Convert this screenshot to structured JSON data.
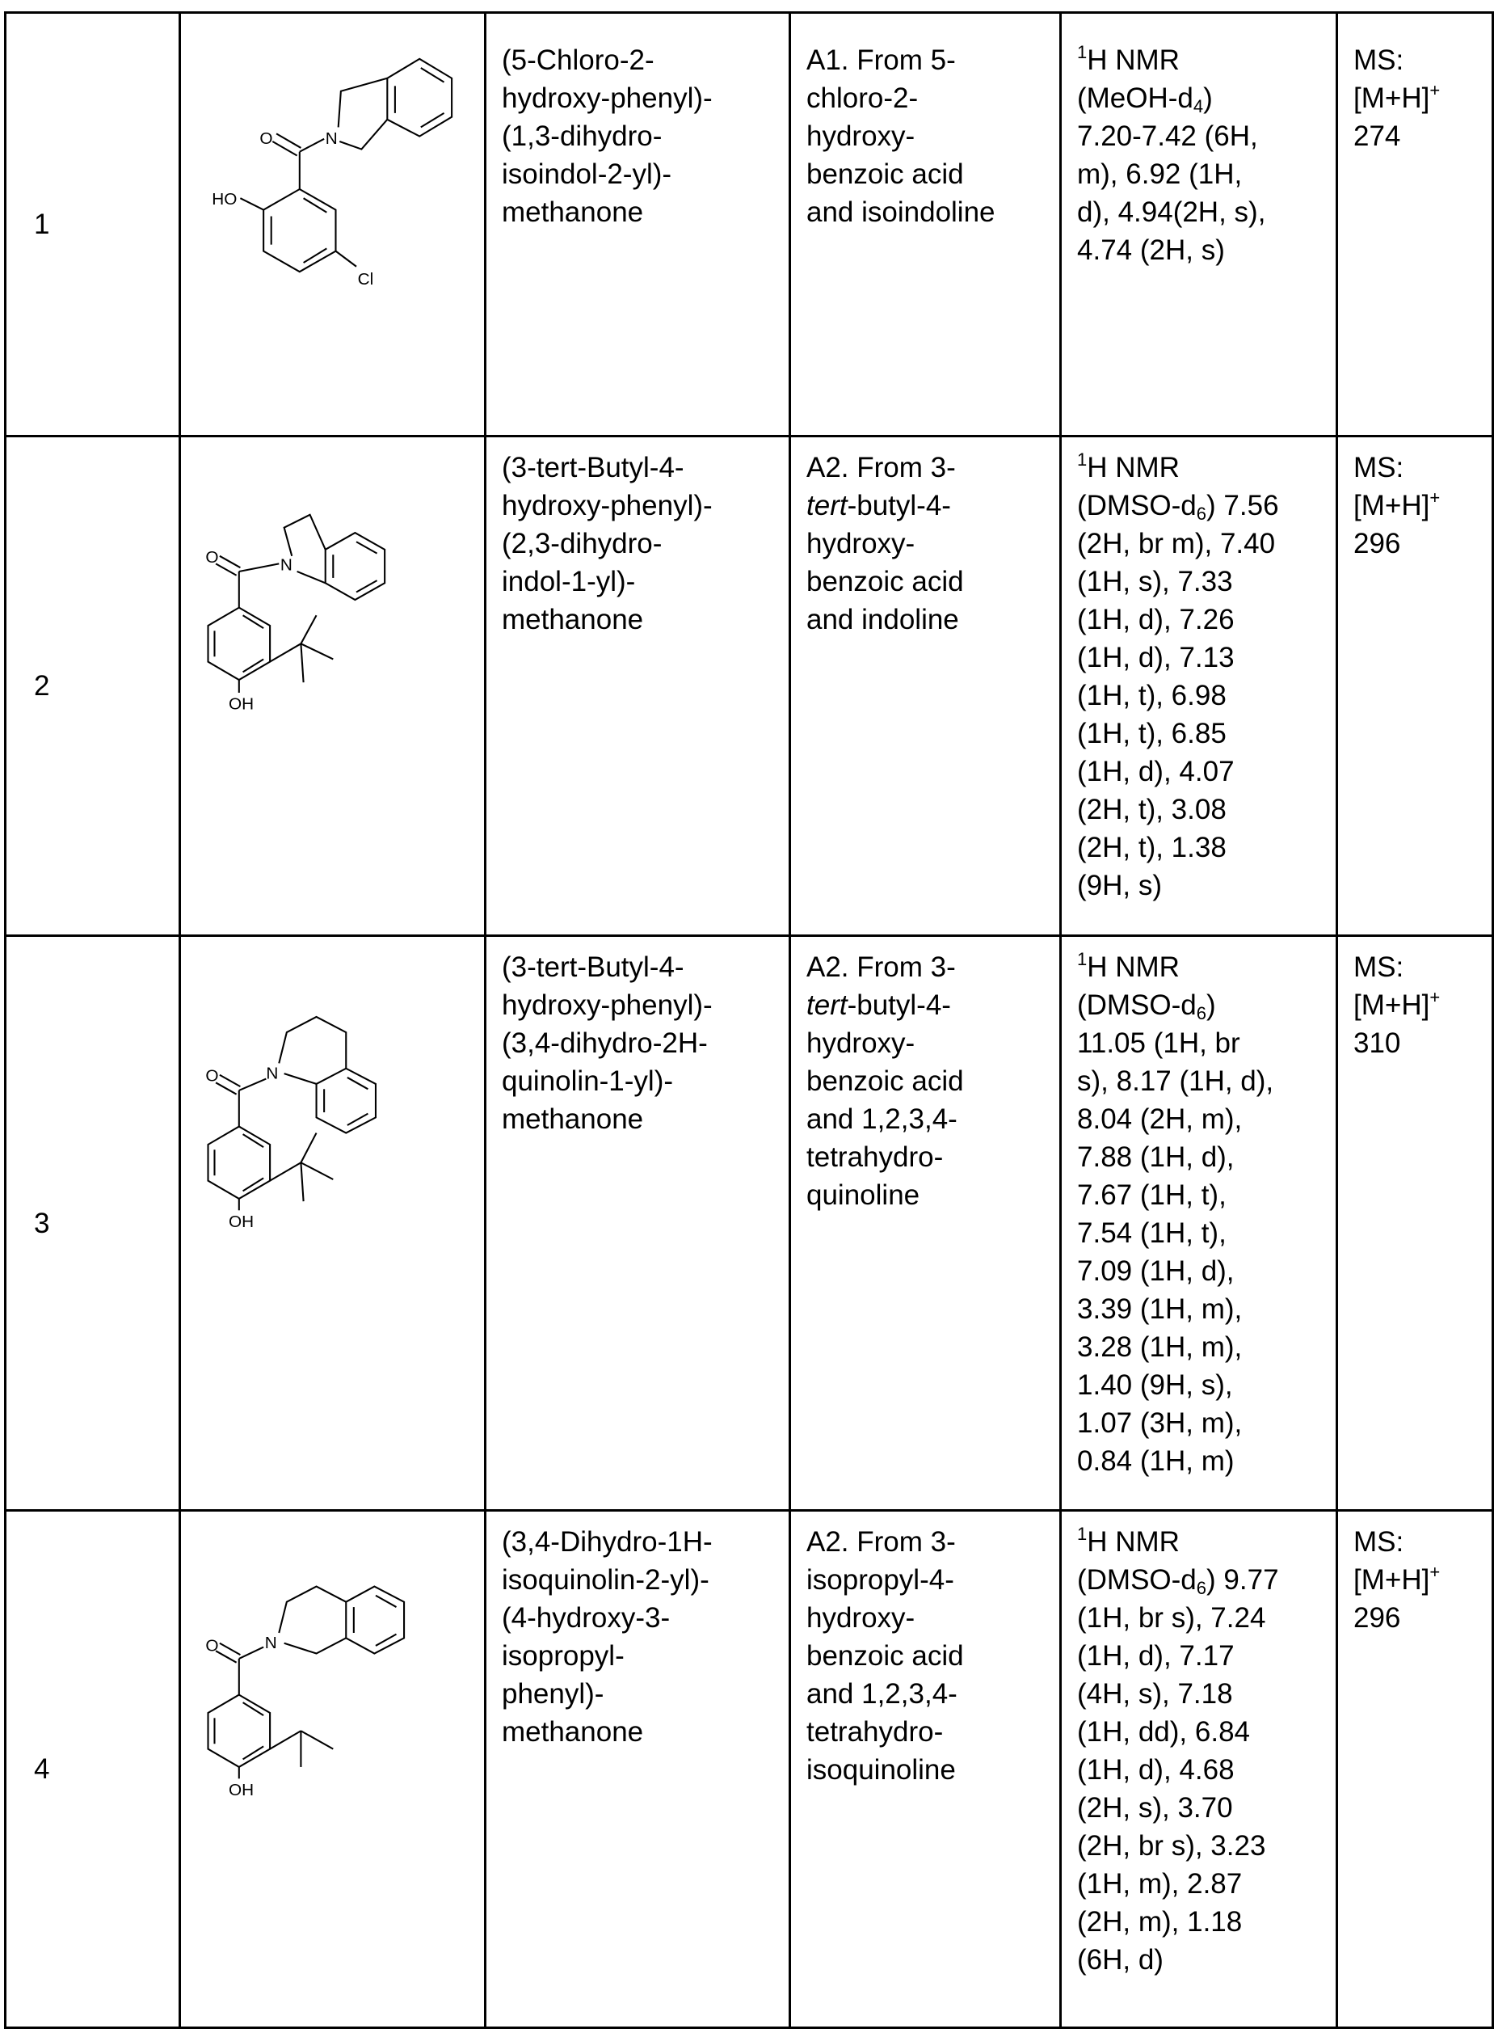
{
  "rows": [
    {
      "number": "1",
      "structure": {
        "labels": [
          "O",
          "N",
          "HO",
          "Cl"
        ]
      },
      "name": [
        "(5-Chloro-2-",
        "hydroxy-phenyl)-",
        "(1,3-dihydro-",
        "isoindol-2-yl)-",
        "methanone"
      ],
      "method": [
        [
          {
            "t": "A1. From 5-"
          }
        ],
        [
          {
            "t": "chloro-2-"
          }
        ],
        [
          {
            "t": "hydroxy-"
          }
        ],
        [
          {
            "t": "benzoic acid"
          }
        ],
        [
          {
            "t": "and isoindoline"
          }
        ]
      ],
      "nmr": [
        [
          {
            "t": "1",
            "s": "sup"
          },
          {
            "t": "H NMR"
          }
        ],
        [
          {
            "t": "(MeOH-d"
          },
          {
            "t": "4",
            "s": "sub"
          },
          {
            "t": ")"
          }
        ],
        [
          {
            "t": "7.20-7.42 (6H,"
          }
        ],
        [
          {
            "t": "m), 6.92 (1H,"
          }
        ],
        [
          {
            "t": "d), 4.94(2H, s),"
          }
        ],
        [
          {
            "t": "4.74 (2H, s)"
          }
        ]
      ],
      "ms": {
        "label": "MS:",
        "ion": "[M+H]",
        "charge": "+",
        "value": "274"
      }
    },
    {
      "number": "2",
      "structure": {
        "labels": [
          "O",
          "N",
          "OH"
        ]
      },
      "name": [
        "(3-tert-Butyl-4-",
        "hydroxy-phenyl)-",
        "(2,3-dihydro-",
        "indol-1-yl)-",
        "methanone"
      ],
      "method": [
        [
          {
            "t": "A2. From 3-"
          }
        ],
        [
          {
            "t": "tert",
            "s": "i"
          },
          {
            "t": "-butyl-4-"
          }
        ],
        [
          {
            "t": "hydroxy-"
          }
        ],
        [
          {
            "t": "benzoic acid"
          }
        ],
        [
          {
            "t": "and indoline"
          }
        ]
      ],
      "nmr": [
        [
          {
            "t": "1",
            "s": "sup"
          },
          {
            "t": "H NMR"
          }
        ],
        [
          {
            "t": "(DMSO-d"
          },
          {
            "t": "6",
            "s": "sub"
          },
          {
            "t": ") 7.56"
          }
        ],
        [
          {
            "t": "(2H, br m), 7.40"
          }
        ],
        [
          {
            "t": "(1H, s), 7.33"
          }
        ],
        [
          {
            "t": "(1H, d), 7.26"
          }
        ],
        [
          {
            "t": "(1H, d), 7.13"
          }
        ],
        [
          {
            "t": "(1H, t), 6.98"
          }
        ],
        [
          {
            "t": "(1H, t), 6.85"
          }
        ],
        [
          {
            "t": "(1H, d), 4.07"
          }
        ],
        [
          {
            "t": "(2H, t), 3.08"
          }
        ],
        [
          {
            "t": "(2H, t), 1.38"
          }
        ],
        [
          {
            "t": "(9H, s)"
          }
        ]
      ],
      "ms": {
        "label": "MS:",
        "ion": "[M+H]",
        "charge": "+",
        "value": "296"
      }
    },
    {
      "number": "3",
      "structure": {
        "labels": [
          "O",
          "N",
          "OH"
        ]
      },
      "name": [
        "(3-tert-Butyl-4-",
        "hydroxy-phenyl)-",
        "(3,4-dihydro-2H-",
        "quinolin-1-yl)-",
        "methanone"
      ],
      "method": [
        [
          {
            "t": "A2. From 3-"
          }
        ],
        [
          {
            "t": "tert",
            "s": "i"
          },
          {
            "t": "-butyl-4-"
          }
        ],
        [
          {
            "t": "hydroxy-"
          }
        ],
        [
          {
            "t": "benzoic acid"
          }
        ],
        [
          {
            "t": "and 1,2,3,4-"
          }
        ],
        [
          {
            "t": "tetrahydro-"
          }
        ],
        [
          {
            "t": "quinoline"
          }
        ]
      ],
      "nmr": [
        [
          {
            "t": "1",
            "s": "sup"
          },
          {
            "t": "H NMR"
          }
        ],
        [
          {
            "t": "(DMSO-d"
          },
          {
            "t": "6",
            "s": "sub"
          },
          {
            "t": ")"
          }
        ],
        [
          {
            "t": "11.05 (1H, br"
          }
        ],
        [
          {
            "t": "s), 8.17 (1H, d),"
          }
        ],
        [
          {
            "t": "8.04 (2H, m),"
          }
        ],
        [
          {
            "t": "7.88 (1H, d),"
          }
        ],
        [
          {
            "t": "7.67 (1H, t),"
          }
        ],
        [
          {
            "t": "7.54 (1H, t),"
          }
        ],
        [
          {
            "t": "7.09 (1H, d),"
          }
        ],
        [
          {
            "t": "3.39 (1H, m),"
          }
        ],
        [
          {
            "t": "3.28 (1H, m),"
          }
        ],
        [
          {
            "t": "1.40 (9H, s),"
          }
        ],
        [
          {
            "t": "1.07 (3H, m),"
          }
        ],
        [
          {
            "t": "0.84 (1H, m)"
          }
        ]
      ],
      "ms": {
        "label": "MS:",
        "ion": "[M+H]",
        "charge": "+",
        "value": "310"
      }
    },
    {
      "number": "4",
      "structure": {
        "labels": [
          "O",
          "N",
          "OH"
        ]
      },
      "name": [
        "(3,4-Dihydro-1H-",
        "isoquinolin-2-yl)-",
        "(4-hydroxy-3-",
        "isopropyl-",
        "phenyl)-",
        "methanone"
      ],
      "method": [
        [
          {
            "t": "A2. From 3-"
          }
        ],
        [
          {
            "t": "isopropyl-4-"
          }
        ],
        [
          {
            "t": "hydroxy-"
          }
        ],
        [
          {
            "t": "benzoic acid"
          }
        ],
        [
          {
            "t": "and 1,2,3,4-"
          }
        ],
        [
          {
            "t": "tetrahydro-"
          }
        ],
        [
          {
            "t": "isoquinoline"
          }
        ]
      ],
      "nmr": [
        [
          {
            "t": "1",
            "s": "sup"
          },
          {
            "t": "H NMR"
          }
        ],
        [
          {
            "t": "(DMSO-d"
          },
          {
            "t": "6",
            "s": "sub"
          },
          {
            "t": ") 9.77"
          }
        ],
        [
          {
            "t": "(1H, br s), 7.24"
          }
        ],
        [
          {
            "t": "(1H, d), 7.17"
          }
        ],
        [
          {
            "t": "(4H, s), 7.18"
          }
        ],
        [
          {
            "t": "(1H, dd), 6.84"
          }
        ],
        [
          {
            "t": "(1H, d), 4.68"
          }
        ],
        [
          {
            "t": "(2H, s), 3.70"
          }
        ],
        [
          {
            "t": "(2H, br s), 3.23"
          }
        ],
        [
          {
            "t": "(1H, m), 2.87"
          }
        ],
        [
          {
            "t": "(2H, m), 1.18"
          }
        ],
        [
          {
            "t": "(6H, d)"
          }
        ]
      ],
      "ms": {
        "label": "MS:",
        "ion": "[M+H]",
        "charge": "+",
        "value": "296"
      }
    }
  ]
}
